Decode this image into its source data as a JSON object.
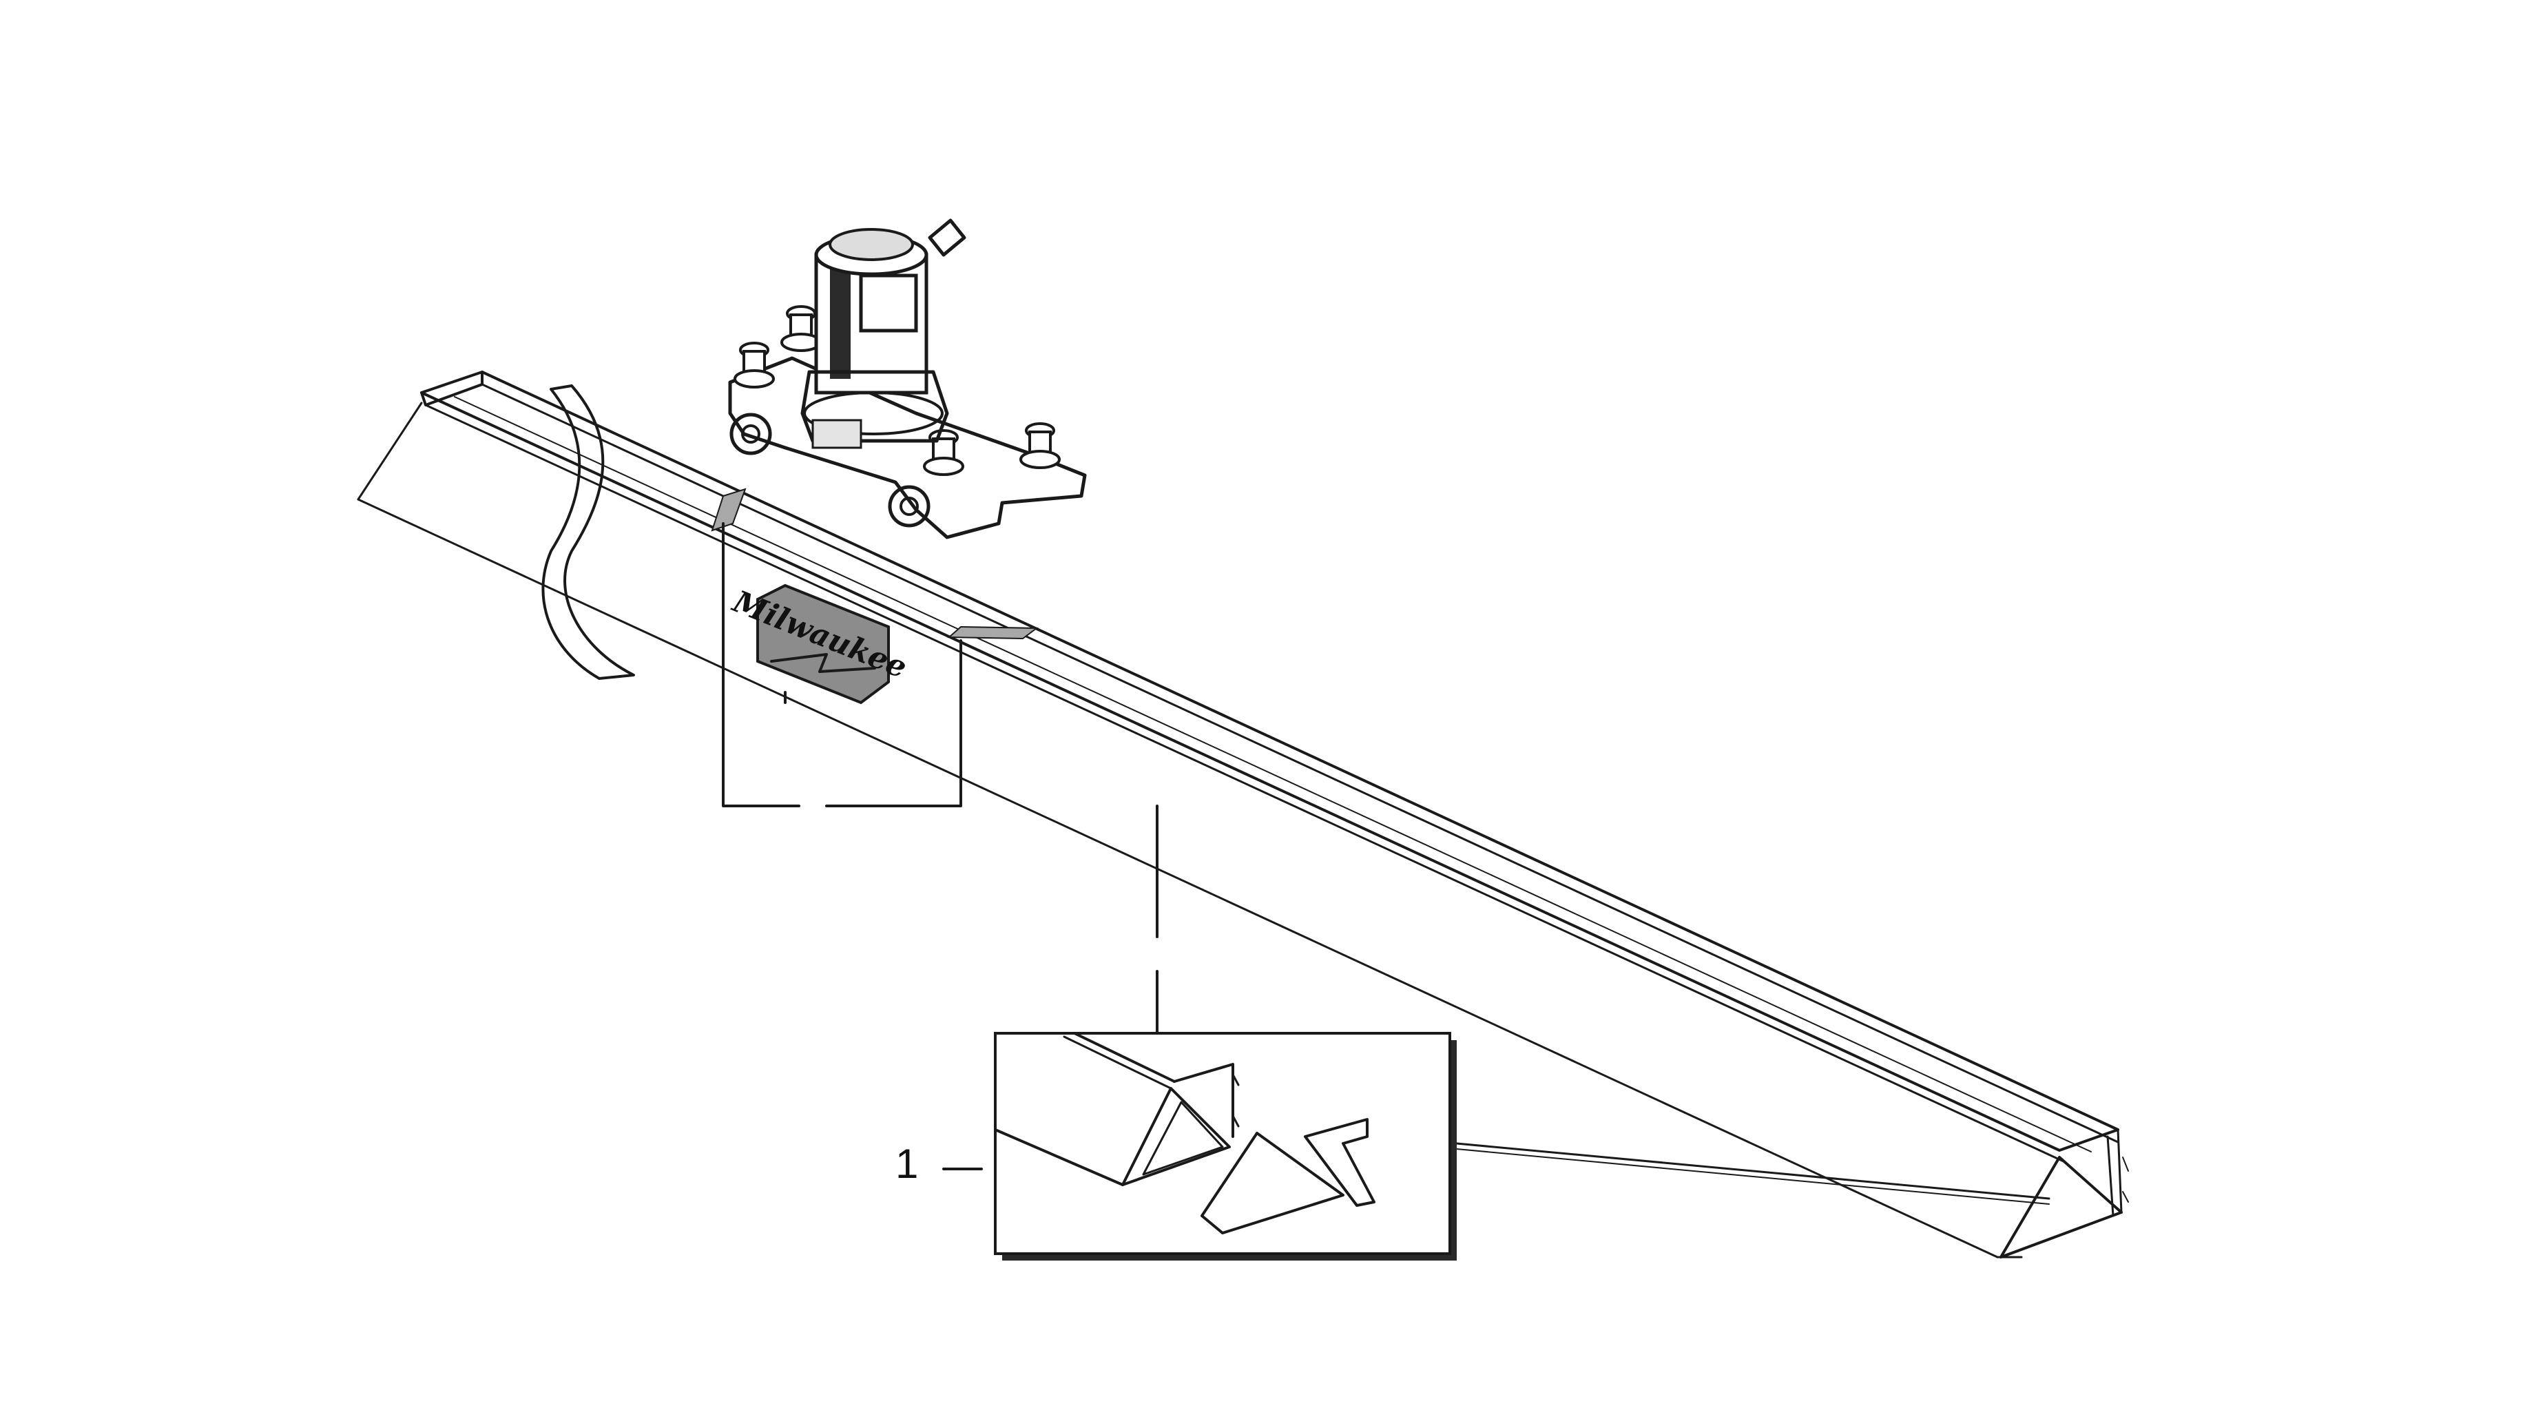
{
  "diagram": {
    "callouts": [
      {
        "label": "1",
        "part": "end-cap-set"
      }
    ],
    "logo": {
      "text": "Milwaukee",
      "fill_color": "#8c8c8c"
    },
    "colors": {
      "line": "#1a1a1a",
      "band": "#a8a8a8",
      "background": "#ffffff"
    },
    "icons": [
      "laser-level-icon",
      "track-rail",
      "end-cap-triangle",
      "end-cap-bracket",
      "rail-break-symbol"
    ]
  }
}
